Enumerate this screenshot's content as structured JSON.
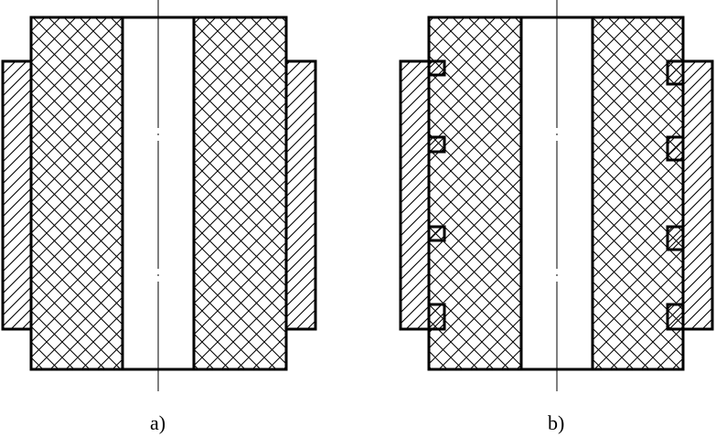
{
  "figure": {
    "panels": [
      {
        "id": "a",
        "caption": "a)"
      },
      {
        "id": "b",
        "caption": "b)"
      }
    ]
  },
  "colors": {
    "line": "#000000",
    "background": "#ffffff"
  },
  "materials": {
    "core": "cross-hatch",
    "sleeve": "diagonal-hatch",
    "bore": "empty"
  }
}
